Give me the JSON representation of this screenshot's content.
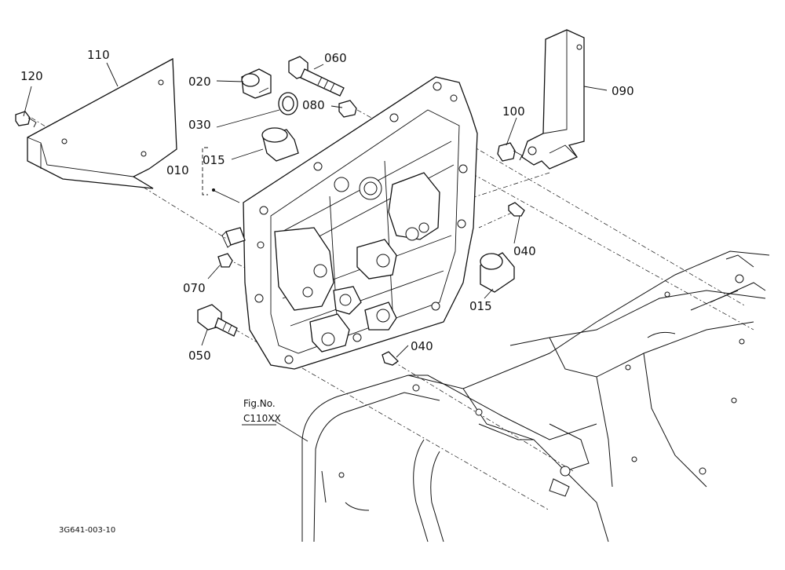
{
  "labels": {
    "p010": "010",
    "p015a": "015",
    "p015b": "015",
    "p020": "020",
    "p030": "030",
    "p040a": "040",
    "p040b": "040",
    "p050": "050",
    "p060": "060",
    "p070": "070",
    "p080": "080",
    "p090": "090",
    "p100": "100",
    "p110": "110",
    "p120": "120"
  },
  "figure_ref": {
    "line1": "Fig.No.",
    "line2": "C110XX"
  },
  "drawing_code": "3G641-003-10"
}
